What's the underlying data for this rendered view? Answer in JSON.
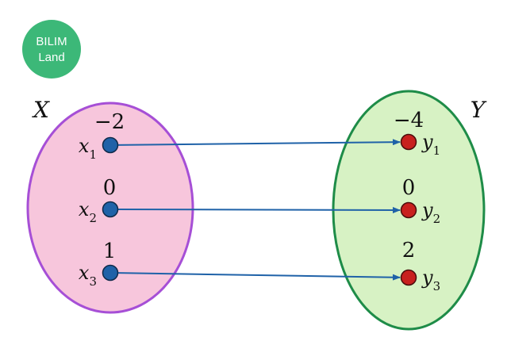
{
  "logo": {
    "line1": "BILIM",
    "line2": "Land",
    "bg_color": "#3cb878",
    "text_color": "#ffffff"
  },
  "set_x": {
    "label": "X",
    "fill": "#f7c6dc",
    "stroke": "#a64fd6",
    "elements": [
      {
        "name": "x",
        "sub": "1",
        "value": "−2"
      },
      {
        "name": "x",
        "sub": "2",
        "value": "0"
      },
      {
        "name": "x",
        "sub": "3",
        "value": "1"
      }
    ],
    "dot_color": "#1f62a8"
  },
  "set_y": {
    "label": "Y",
    "fill": "#d7f2c4",
    "stroke": "#1e8c48",
    "elements": [
      {
        "name": "y",
        "sub": "1",
        "value": "−4"
      },
      {
        "name": "y",
        "sub": "2",
        "value": "0"
      },
      {
        "name": "y",
        "sub": "3",
        "value": "2"
      }
    ],
    "dot_color": "#c8201e"
  },
  "arrow_color": "#1f62a8",
  "mappings": [
    {
      "from": 0,
      "to": 0
    },
    {
      "from": 1,
      "to": 1
    },
    {
      "from": 2,
      "to": 2
    }
  ]
}
